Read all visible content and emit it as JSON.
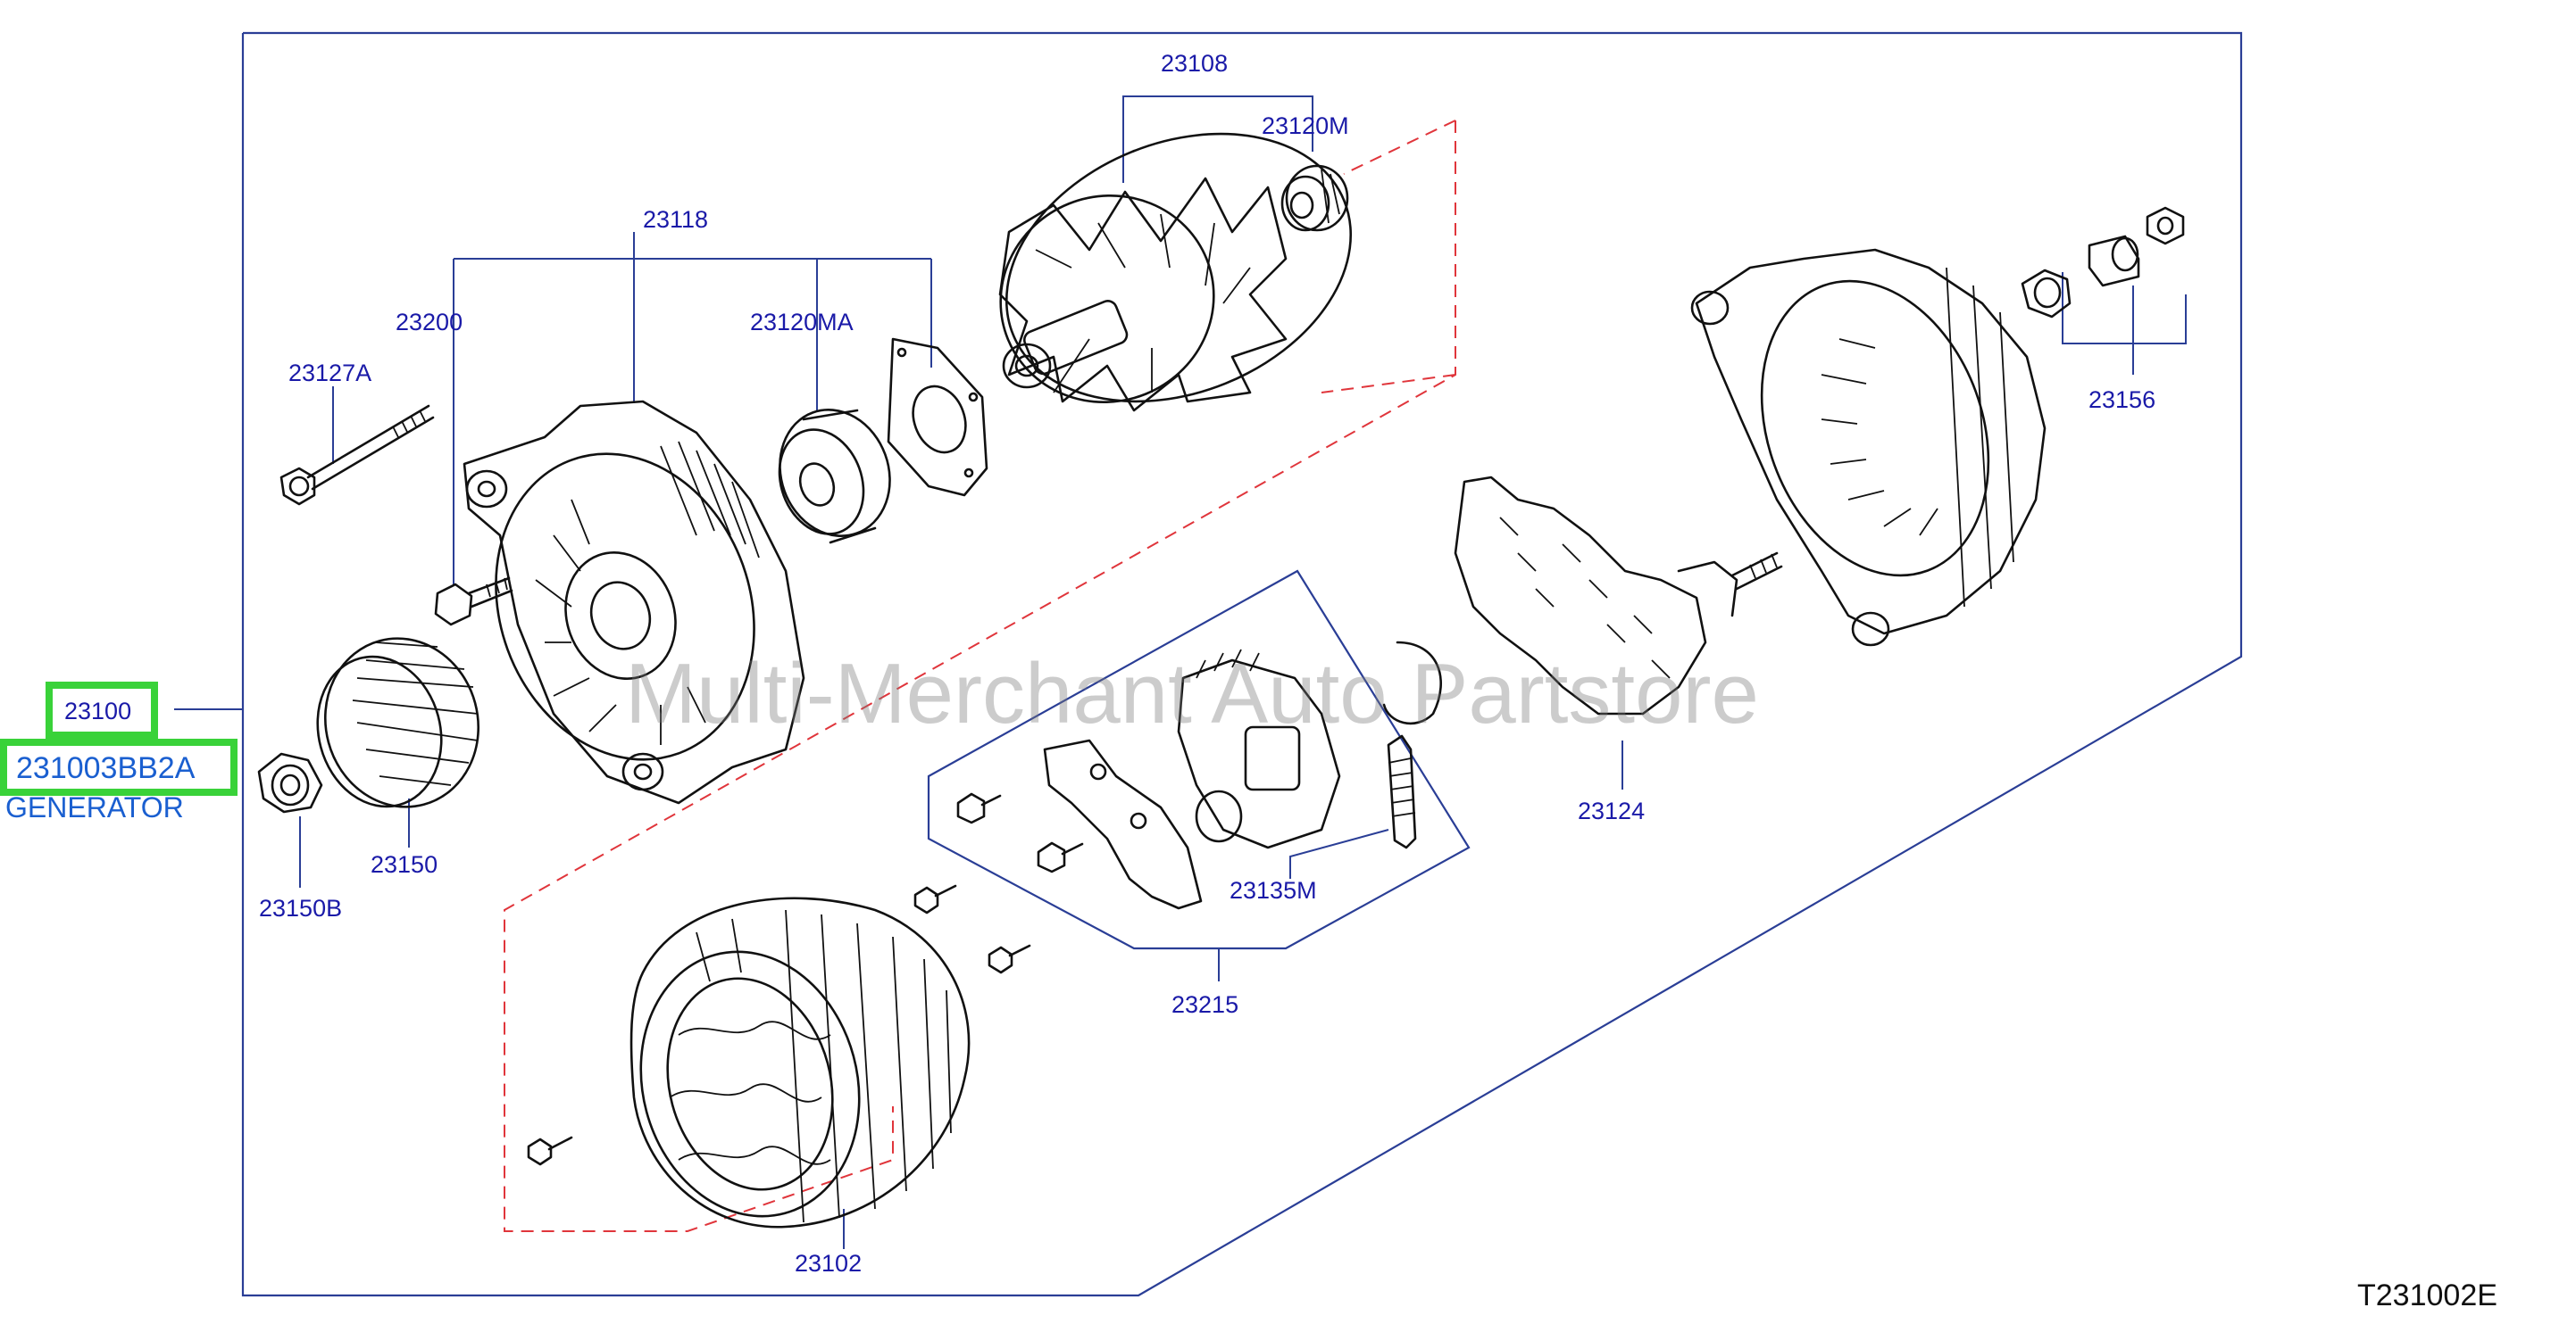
{
  "diagram": {
    "labels": {
      "p23108": "23108",
      "p23120M": "23120M",
      "p23118": "23118",
      "p23200": "23200",
      "p23120MA": "23120MA",
      "p23127A": "23127A",
      "p23156": "23156",
      "p23124": "23124",
      "p23150": "23150",
      "p23150B": "23150B",
      "p23135M": "23135M",
      "p23215": "23215",
      "p23102": "23102"
    },
    "assembly": {
      "number": "23100",
      "part_code": "231003BB2A",
      "name": "GENERATOR"
    },
    "diagram_code": "T231002E",
    "watermark": "Multi-Merchant Auto Partstore",
    "colors": {
      "label_blue": "#1a1aa8",
      "highlight_green": "#39d239",
      "dashed_red": "#e0353b",
      "frame_blue": "#2a3e96"
    }
  }
}
